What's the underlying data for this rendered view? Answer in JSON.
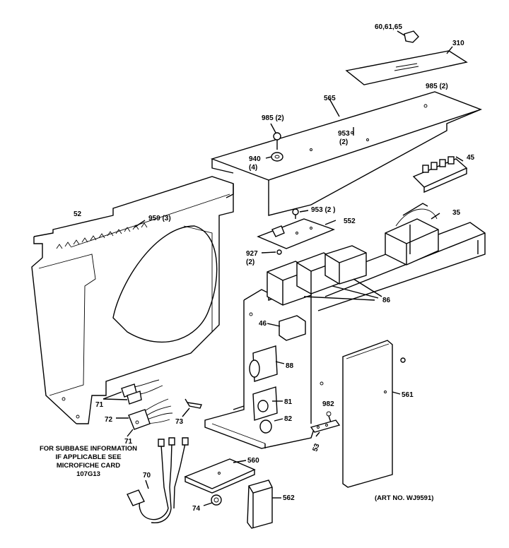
{
  "labels": {
    "p60": "60,61,65",
    "p310": "310",
    "p985a": "985 (2)",
    "p565": "565",
    "p985b": "985 (2)",
    "p953a": "953",
    "p953a_q": "(2)",
    "p940": "940",
    "p940_q": "(4)",
    "p45": "45",
    "p52": "52",
    "p959": "959 (3)",
    "p953b": "953 (2 )",
    "p552": "552",
    "p35": "35",
    "p927": "927",
    "p927_q": "(2)",
    "p86": "86",
    "p46": "46",
    "p88": "88",
    "p71a": "71",
    "p72": "72",
    "p71b": "71",
    "p73": "73",
    "p81": "81",
    "p82": "82",
    "p982": "982",
    "p53": "53",
    "p561": "561",
    "p560": "560",
    "p70": "70",
    "p74": "74",
    "p562": "562"
  },
  "note": {
    "line1": "FOR SUBBASE INFORMATION",
    "line2": "IF APPLICABLE SEE",
    "line3": "MICROFICHE CARD",
    "line4": "107G13"
  },
  "art_no": "(ART NO. WJ9591)"
}
